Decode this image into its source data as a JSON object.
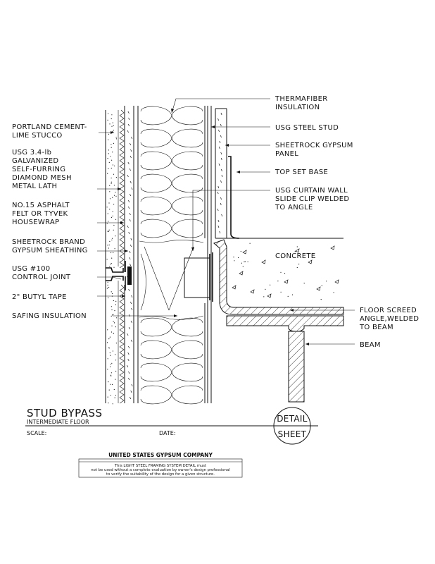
{
  "labels_left": [
    [
      "PORTLAND CEMENT-",
      "LIME STUCCO"
    ],
    [
      "USG 3.4-lb",
      "GALVANIZED",
      "SELF-FURRING",
      "DIAMOND MESH",
      "METAL LATH"
    ],
    [
      "NO.15 ASPHALT",
      "FELT OR TYVEK",
      "HOUSEWRAP"
    ],
    [
      "SHEETROCK BRAND",
      "GYPSUM SHEATHING"
    ],
    [
      "USG #100",
      "CONTROL JOINT"
    ],
    [
      "2\" BUTYL TAPE"
    ],
    [
      "SAFING INSULATION"
    ]
  ],
  "labels_right": [
    [
      "THERMAFIBER",
      "INSULATION"
    ],
    [
      "USG STEEL STUD"
    ],
    [
      "SHEETROCK GYPSUM",
      "PANEL"
    ],
    [
      "TOP SET BASE"
    ],
    [
      "USG CURTAIN WALL",
      "SLIDE CLIP WELDED",
      "TO ANGLE"
    ],
    [
      "CONCRETE"
    ],
    [
      "FLOOR SCREED",
      "ANGLE,WELDED",
      "TO BEAM"
    ],
    [
      "BEAM"
    ]
  ],
  "title": {
    "main": "STUD BYPASS",
    "sub": "INTERMEDIATE FLOOR",
    "scale_label": "SCALE:",
    "date_label": "DATE:",
    "detail_top": "DETAIL",
    "detail_bottom": "SHEET"
  },
  "company": {
    "name": "UNITED STATES GYPSUM COMPANY",
    "disclaimer": [
      "This LIGHT STEEL FRAMING SYSTEM DETAIL must",
      "not be used without a complete evaluation by owner's design professional",
      "to verify the suitability of the design for a given structure."
    ]
  }
}
